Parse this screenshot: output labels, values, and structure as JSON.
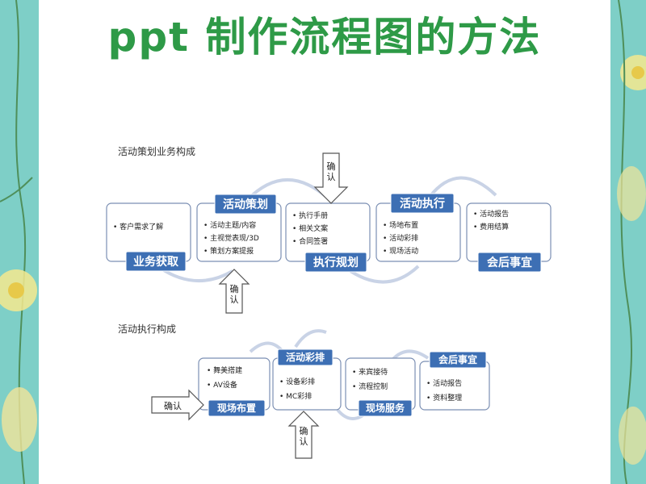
{
  "title": "ppt 制作流程图的方法",
  "colors": {
    "accent_green": "#2e9a47",
    "tag_blue": "#3d6fb4",
    "frame_teal": "#7ecfc7"
  },
  "section1": {
    "label": "活动策划业务构成",
    "confirm_label": "确认",
    "boxes": [
      {
        "tag": "业务获取",
        "items": [
          "客户需求了解"
        ]
      },
      {
        "tag": "活动策划",
        "items": [
          "活动主题/内容",
          "主视觉表现/3D",
          "策划方案提报"
        ]
      },
      {
        "tag": "执行规划",
        "items": [
          "执行手册",
          "相关文案",
          "合同签署"
        ]
      },
      {
        "tag": "活动执行",
        "items": [
          "场地布置",
          "活动彩排",
          "现场活动"
        ]
      },
      {
        "tag": "会后事宜",
        "items": [
          "活动报告",
          "费用结算"
        ]
      }
    ]
  },
  "section2": {
    "label": "活动执行构成",
    "confirm_label": "确认",
    "boxes": [
      {
        "tag": "现场布置",
        "items": [
          "舞美搭建",
          "AV设备"
        ]
      },
      {
        "tag": "活动彩排",
        "items": [
          "设备彩排",
          "MC彩排"
        ]
      },
      {
        "tag": "现场服务",
        "items": [
          "来宾接待",
          "流程控制"
        ]
      },
      {
        "tag": "会后事宜",
        "items": [
          "活动报告",
          "资料整理"
        ]
      }
    ]
  }
}
